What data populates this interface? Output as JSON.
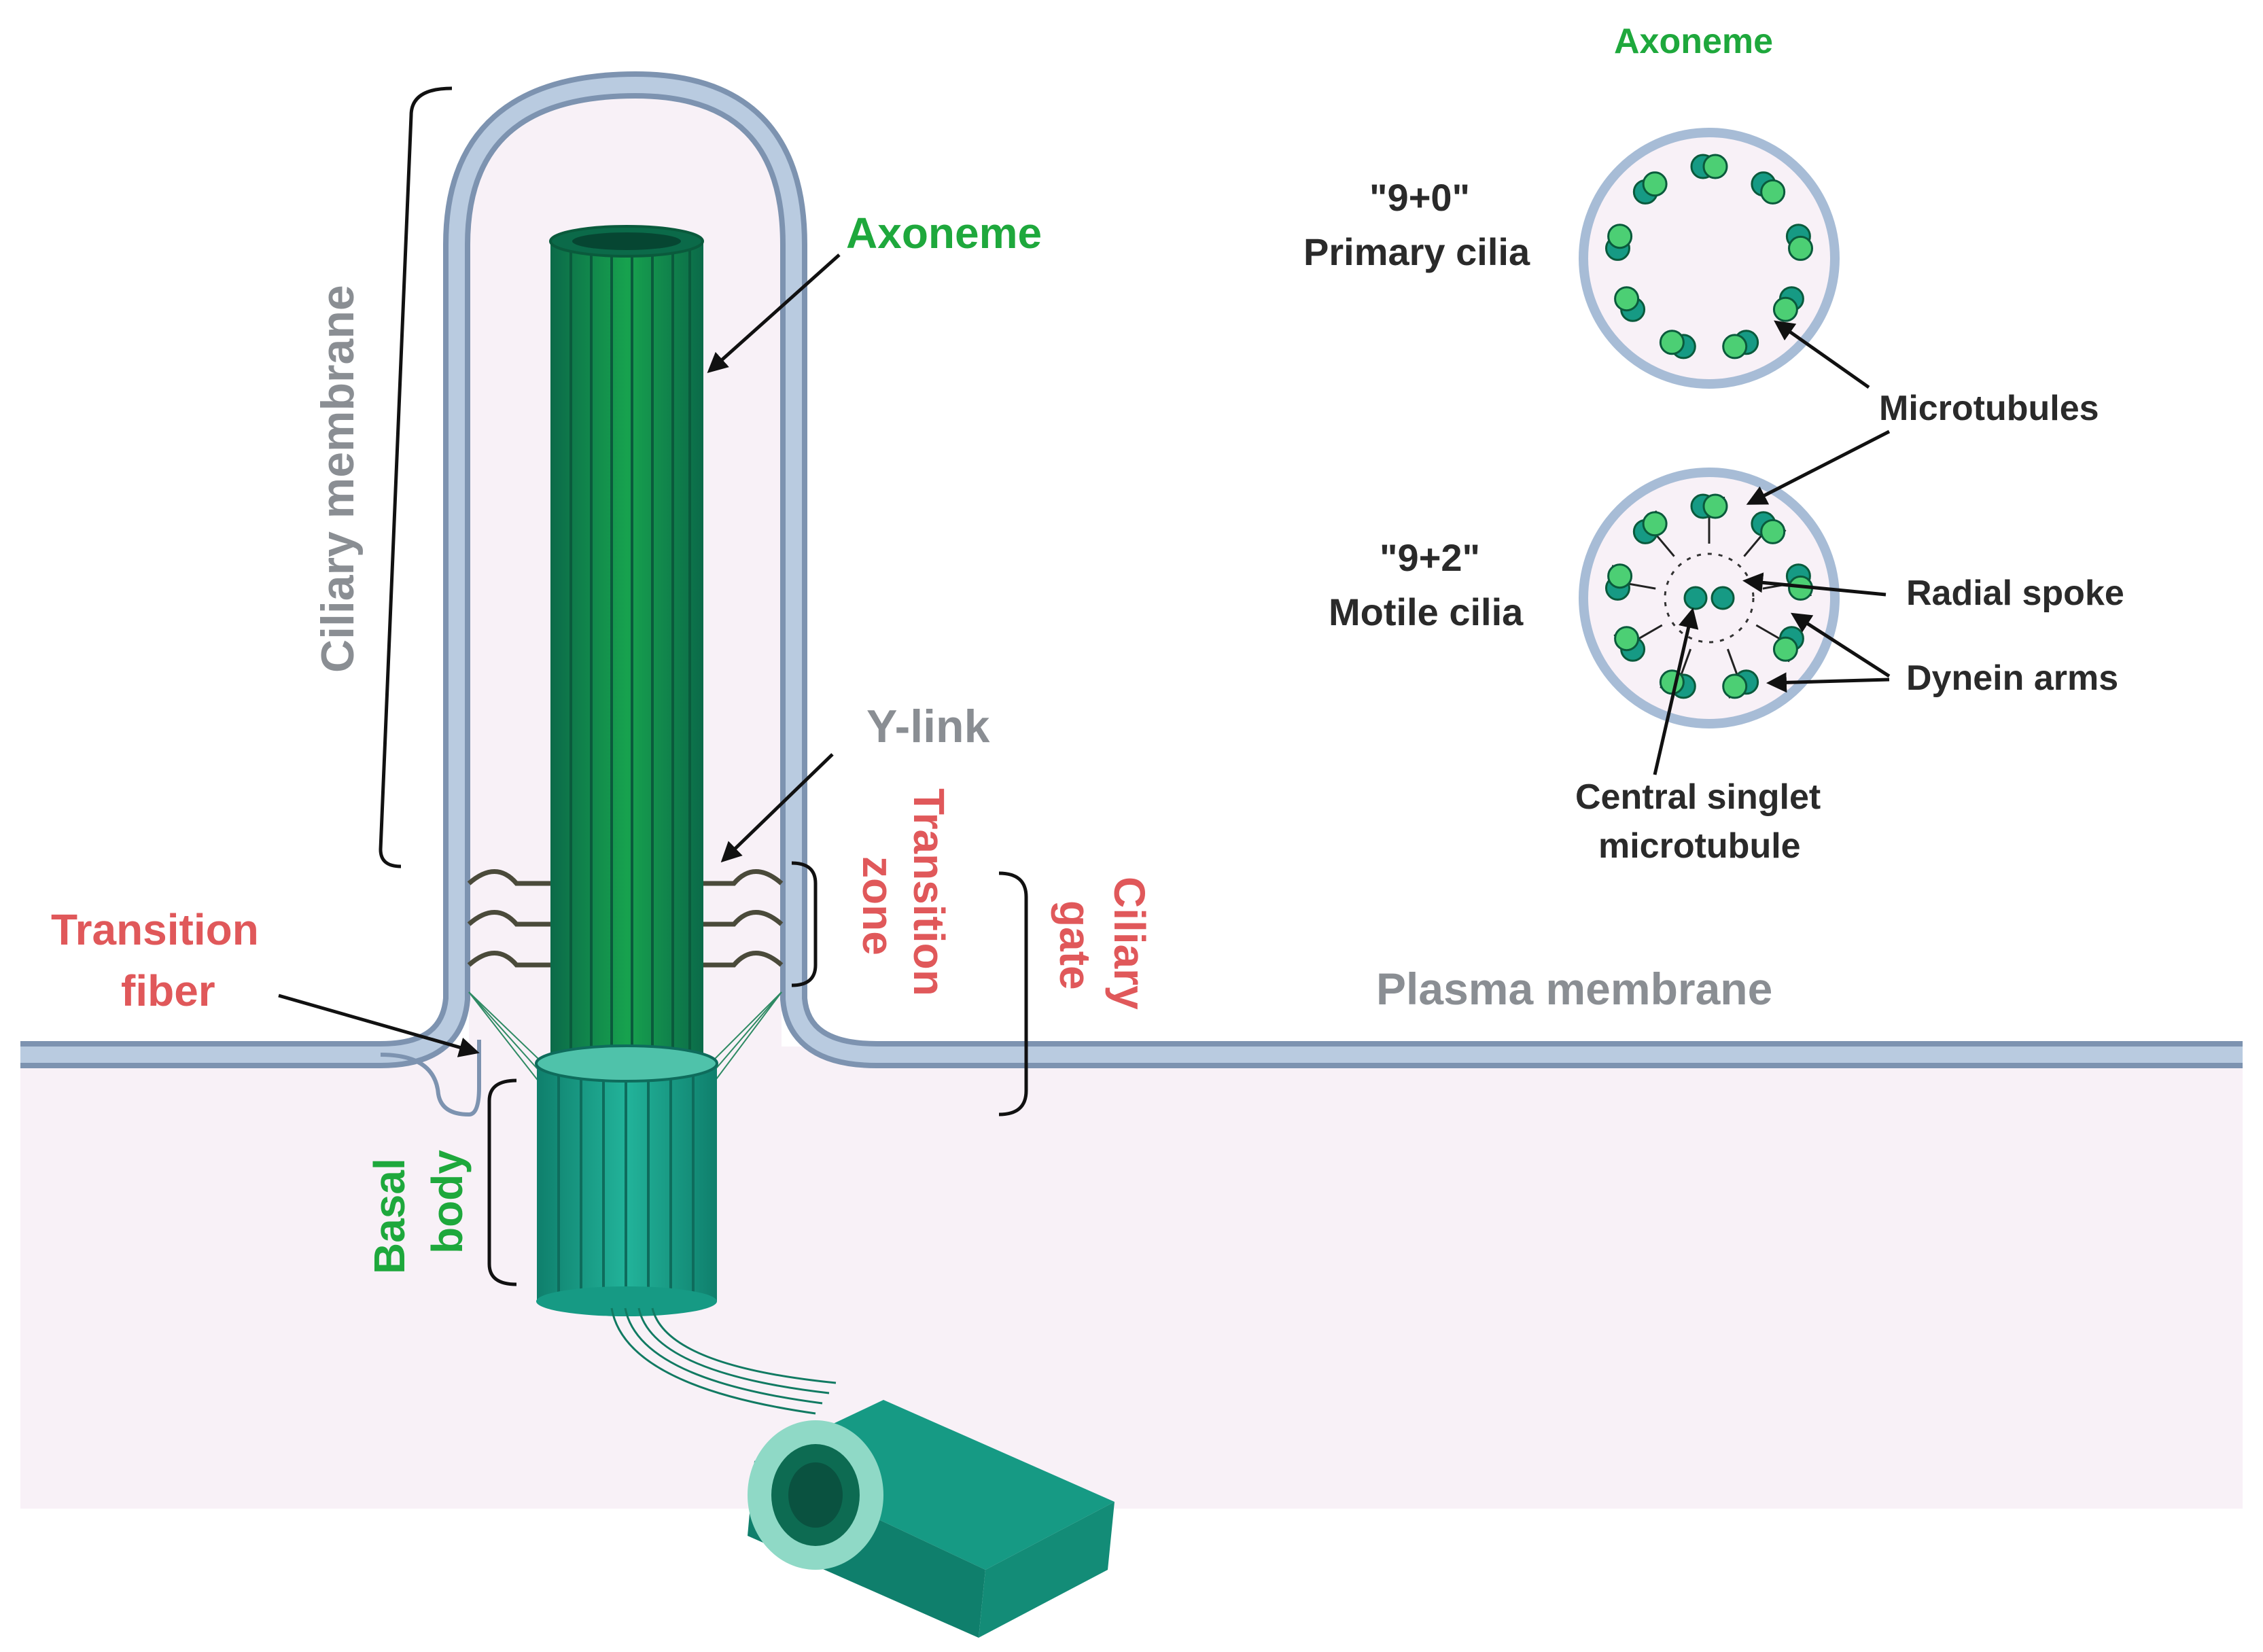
{
  "labels": {
    "ciliary_membrane": "Ciliary membrane",
    "axoneme_main": "Axoneme",
    "y_link": "Y-link",
    "transition_zone_1": "Transition",
    "transition_zone_2": "zone",
    "ciliary_gate_1": "Ciliary",
    "ciliary_gate_2": "gate",
    "transition_fiber_1": "Transition",
    "transition_fiber_2": "fiber",
    "plasma_membrane": "Plasma membrane",
    "basal_body_1": "Basal",
    "basal_body_2": "body",
    "axoneme_inset": "Axoneme",
    "primary_1": "\"9+0\"",
    "primary_2": "Primary cilia",
    "motile_1": "\"9+2\"",
    "motile_2": "Motile cilia",
    "microtubules": "Microtubules",
    "radial_spoke": "Radial spoke",
    "dynein_arms": "Dynein arms",
    "central_singlet_1": "Central singlet",
    "central_singlet_2": "microtubule"
  },
  "colors": {
    "membrane": "#a7bcd6",
    "membrane_dark": "#7d93b0",
    "cytoplasm": "#f8f1f7",
    "axoneme_green": "#0f8a4c",
    "axoneme_dark": "#0b6a49",
    "basal_teal": "#169a84",
    "basal_light": "#8fd9c6",
    "label_green": "#1ea83c",
    "label_red": "#e0585a",
    "label_gray": "#8a8e93",
    "label_dark": "#2a2a2a"
  }
}
